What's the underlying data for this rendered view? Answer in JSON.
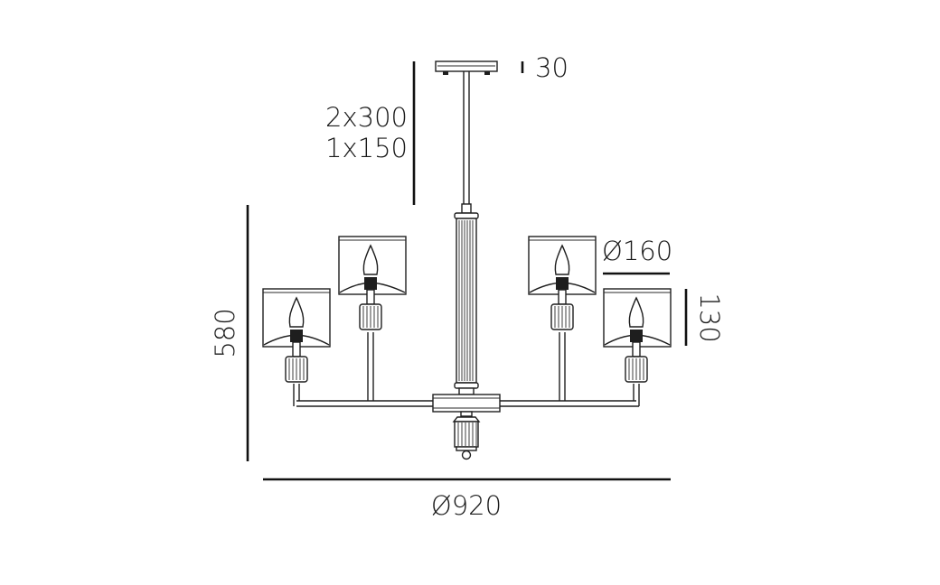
{
  "dimensions": {
    "canopy_height": "30",
    "rod_length_line1": "2x300",
    "rod_length_line2": "1x150",
    "total_height": "580",
    "shade_diameter": "Ø160",
    "shade_height": "130",
    "overall_diameter": "Ø920"
  },
  "colors": {
    "line": "#1e1e1e",
    "background": "#ffffff"
  }
}
